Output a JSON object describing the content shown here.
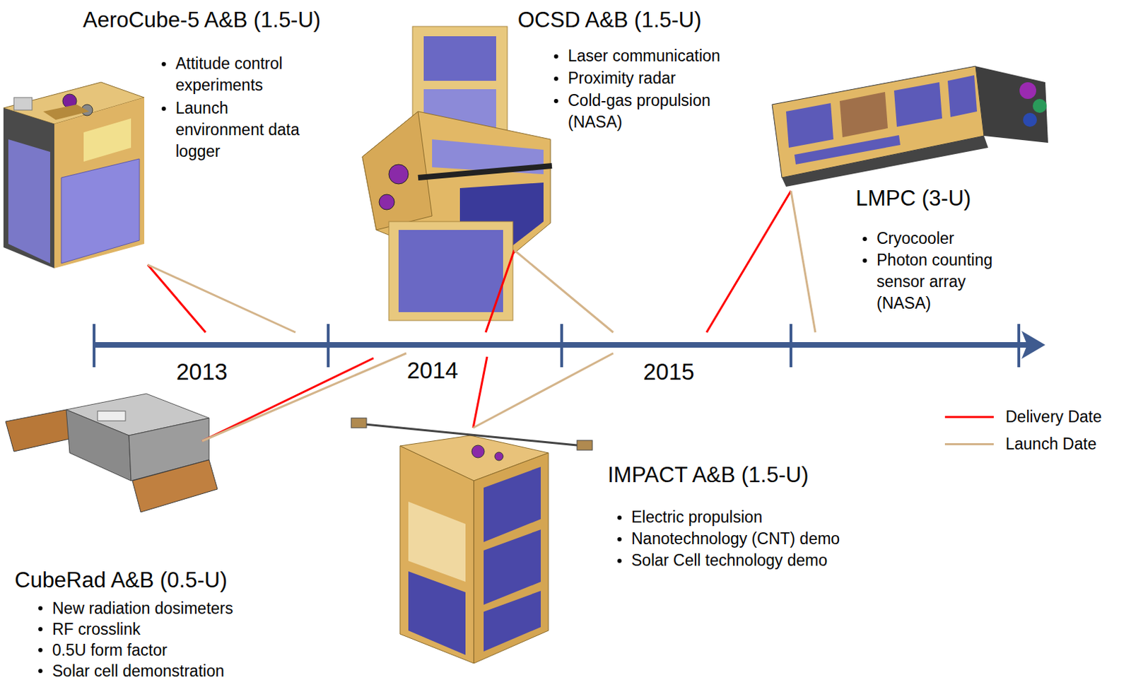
{
  "diagram": {
    "labels": [
      "AeroCube-5 A&B (1.5-U)",
      "Attitude control experiments",
      "Launch environment data logger",
      "OCSD A&B (1.5-U)",
      "Laser communication",
      "Proximity radar",
      "Cold-gas propulsion (NASA)",
      "LMPC (3-U)",
      "Cryocooler",
      "Photon counting sensor array (NASA)",
      "2013",
      "2014",
      "2015",
      "CubeRad A&B (0.5-U)",
      "New radiation dosimeters",
      "RF crosslink",
      "0.5U form factor",
      "Solar cell demonstration",
      "IMPACT A&B (1.5-U)",
      "Electric propulsion",
      "Nanotechnology (CNT) demo",
      "Solar Cell technology demo"
    ],
    "legend": [
      {
        "text": "Delivery Date"
      },
      {
        "text": "Launch Date"
      }
    ]
  }
}
